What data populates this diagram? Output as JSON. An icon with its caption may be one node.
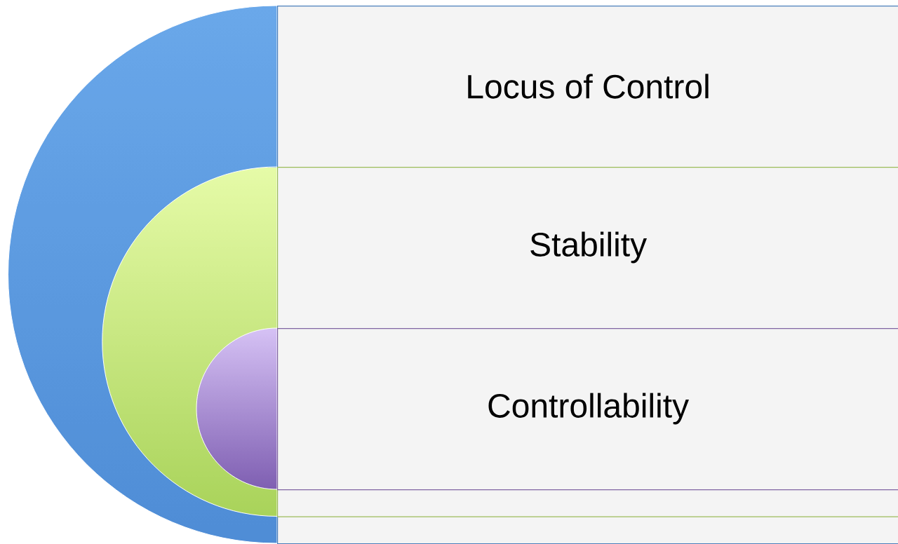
{
  "diagram": {
    "nodes": [
      {
        "text": [
          "Locus of Control"
        ]
      },
      {
        "text": [
          "Stability"
        ],
        "in": 0
      },
      {
        "text": [
          "Controllability"
        ],
        "in": 1
      }
    ]
  }
}
